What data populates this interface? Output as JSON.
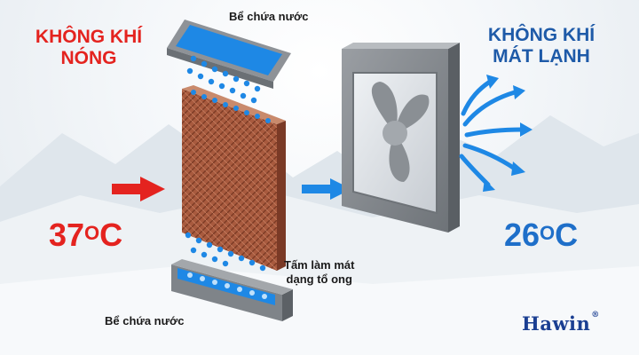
{
  "hot_air": {
    "line1": "KHÔNG KHÍ",
    "line2": "NÓNG",
    "temp_value": "37",
    "temp_unit_o": "O",
    "temp_unit_c": "C"
  },
  "cool_air": {
    "line1": "KHÔNG KHÍ",
    "line2": "MÁT LẠNH",
    "temp_value": "26",
    "temp_unit_o": "O",
    "temp_unit_c": "C"
  },
  "top_tank_label": "Bể chứa nước",
  "bottom_tank_label": "Bể chứa nước",
  "pad_label_line1": "Tấm làm mát",
  "pad_label_line2": "dạng tổ ong",
  "brand": {
    "name": "Hawin",
    "mark": "®"
  },
  "colors": {
    "hot": "#e4231f",
    "cool": "#1e5aa8",
    "water": "#1e88e5",
    "pad": "#9a5238"
  }
}
